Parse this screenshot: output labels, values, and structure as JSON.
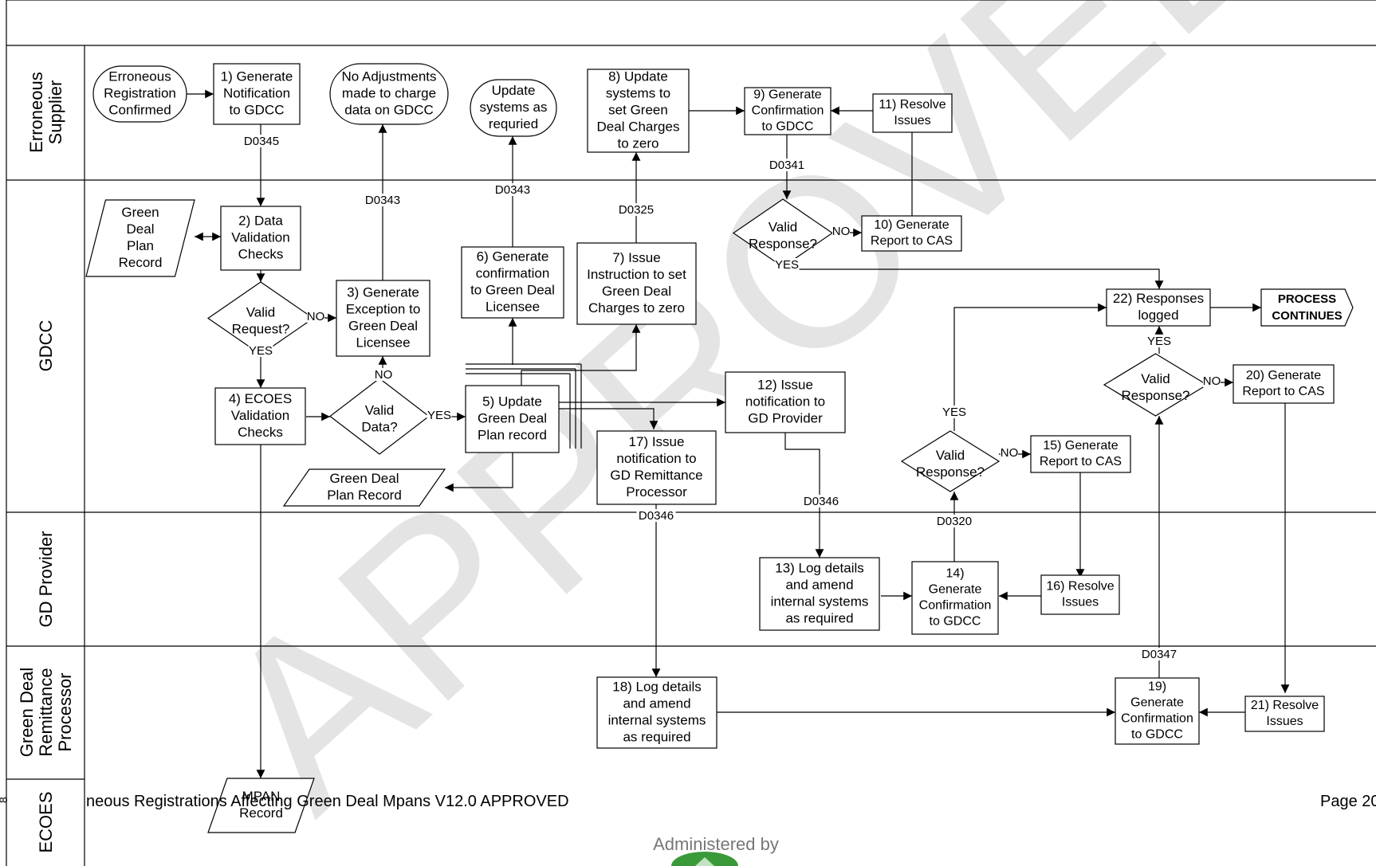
{
  "watermark": "APPROVED",
  "lanes": [
    {
      "id": "erroneous-supplier",
      "lines": [
        "Erroneous",
        "Supplier"
      ]
    },
    {
      "id": "gdcc",
      "lines": [
        "GDCC"
      ]
    },
    {
      "id": "gd-provider",
      "lines": [
        "GD Provider"
      ]
    },
    {
      "id": "green-deal-remittance-processor",
      "lines": [
        "Green Deal",
        "Remittance",
        "Processor"
      ]
    },
    {
      "id": "ecoes",
      "lines": [
        "ECOES"
      ]
    }
  ],
  "nodes": [
    {
      "id": "start",
      "shape": "terminator",
      "lines": [
        "Erroneous",
        "Registration",
        "Confirmed"
      ]
    },
    {
      "id": "n1",
      "shape": "process",
      "lines": [
        "1) Generate",
        "Notification",
        "to GDCC"
      ]
    },
    {
      "id": "end-no-adjustments",
      "shape": "terminator",
      "lines": [
        "No Adjustments",
        "made to charge",
        "data on GDCC"
      ]
    },
    {
      "id": "end-update-systems",
      "shape": "terminator",
      "lines": [
        "Update",
        "systems as",
        "requried"
      ]
    },
    {
      "id": "n8",
      "shape": "process",
      "lines": [
        "8) Update",
        "systems to",
        "set Green",
        "Deal Charges",
        "to zero"
      ]
    },
    {
      "id": "n9",
      "shape": "process",
      "lines": [
        "9) Generate",
        "Confirmation",
        "to GDCC"
      ]
    },
    {
      "id": "n11",
      "shape": "process",
      "lines": [
        "11) Resolve",
        "Issues"
      ]
    },
    {
      "id": "green-deal-plan-record-1",
      "shape": "data",
      "lines": [
        "Green",
        "Deal",
        "Plan",
        "Record"
      ]
    },
    {
      "id": "n2",
      "shape": "process",
      "lines": [
        "2) Data",
        "Validation",
        "Checks"
      ]
    },
    {
      "id": "dec-valid-request",
      "shape": "decision",
      "lines": [
        "Valid",
        "Request?"
      ]
    },
    {
      "id": "n3",
      "shape": "process",
      "lines": [
        "3) Generate",
        "Exception to",
        "Green Deal",
        "Licensee"
      ]
    },
    {
      "id": "n4",
      "shape": "process",
      "lines": [
        "4) ECOES",
        "Validation",
        "Checks"
      ]
    },
    {
      "id": "dec-valid-data",
      "shape": "decision",
      "lines": [
        "Valid",
        "Data?"
      ]
    },
    {
      "id": "n5",
      "shape": "process",
      "lines": [
        "5) Update",
        "Green Deal",
        "Plan record"
      ]
    },
    {
      "id": "n6",
      "shape": "process",
      "lines": [
        "6) Generate",
        "confirmation",
        "to Green Deal",
        "Licensee"
      ]
    },
    {
      "id": "n7",
      "shape": "process",
      "lines": [
        "7) Issue",
        "Instruction to set",
        "Green Deal",
        "Charges to zero"
      ]
    },
    {
      "id": "green-deal-plan-record-2",
      "shape": "data",
      "lines": [
        "Green Deal",
        "Plan Record"
      ]
    },
    {
      "id": "dec-valid-response-1",
      "shape": "decision",
      "lines": [
        "Valid",
        "Response?"
      ]
    },
    {
      "id": "n10",
      "shape": "process",
      "lines": [
        "10) Generate",
        "Report to CAS"
      ]
    },
    {
      "id": "n12",
      "shape": "process",
      "lines": [
        "12) Issue",
        "notification to",
        "GD Provider"
      ]
    },
    {
      "id": "n17",
      "shape": "process",
      "lines": [
        "17) Issue",
        "notification to",
        "GD Remittance",
        "Processor"
      ]
    },
    {
      "id": "n22",
      "shape": "process",
      "lines": [
        "22) Responses",
        "logged"
      ]
    },
    {
      "id": "process-continues",
      "shape": "offpage",
      "lines": [
        "PROCESS",
        "CONTINUES"
      ]
    },
    {
      "id": "dec-valid-response-3",
      "shape": "decision",
      "lines": [
        "Valid",
        "Response?"
      ]
    },
    {
      "id": "n20",
      "shape": "process",
      "lines": [
        "20) Generate",
        "Report to CAS"
      ]
    },
    {
      "id": "dec-valid-response-2",
      "shape": "decision",
      "lines": [
        "Valid",
        "Response?"
      ]
    },
    {
      "id": "n15",
      "shape": "process",
      "lines": [
        "15) Generate",
        "Report to CAS"
      ]
    },
    {
      "id": "n13",
      "shape": "process",
      "lines": [
        "13) Log details",
        "and amend",
        "internal systems",
        "as required"
      ]
    },
    {
      "id": "n14",
      "shape": "process",
      "lines": [
        "14)",
        "Generate",
        "Confirmation",
        "to GDCC"
      ]
    },
    {
      "id": "n16",
      "shape": "process",
      "lines": [
        "16) Resolve",
        "Issues"
      ]
    },
    {
      "id": "n18",
      "shape": "process",
      "lines": [
        "18) Log details",
        "and amend",
        "internal systems",
        "as required"
      ]
    },
    {
      "id": "n19",
      "shape": "process",
      "lines": [
        "19)",
        "Generate",
        "Confirmation",
        "to GDCC"
      ]
    },
    {
      "id": "n21",
      "shape": "process",
      "lines": [
        "21) Resolve",
        "Issues"
      ]
    },
    {
      "id": "mpan-record",
      "shape": "data",
      "lines": [
        "MPAN",
        "Record"
      ]
    }
  ],
  "edge_labels": [
    {
      "id": "lbl-d0345",
      "text": "D0345"
    },
    {
      "id": "lbl-d0343-a",
      "text": "D0343"
    },
    {
      "id": "lbl-d0343-b",
      "text": "D0343"
    },
    {
      "id": "lbl-d0325",
      "text": "D0325"
    },
    {
      "id": "lbl-d0341",
      "text": "D0341"
    },
    {
      "id": "lbl-d0346-a",
      "text": "D0346"
    },
    {
      "id": "lbl-d0346-b",
      "text": "D0346"
    },
    {
      "id": "lbl-d0320",
      "text": "D0320"
    },
    {
      "id": "lbl-d0347",
      "text": "D0347"
    },
    {
      "id": "lbl-no-1",
      "text": "NO"
    },
    {
      "id": "lbl-yes-1",
      "text": "YES"
    },
    {
      "id": "lbl-no-2",
      "text": "NO"
    },
    {
      "id": "lbl-yes-2",
      "text": "YES"
    },
    {
      "id": "lbl-no-3",
      "text": "NO"
    },
    {
      "id": "lbl-yes-3",
      "text": "YES"
    },
    {
      "id": "lbl-no-4",
      "text": "NO"
    },
    {
      "id": "lbl-yes-4",
      "text": "YES"
    },
    {
      "id": "lbl-no-5",
      "text": "NO"
    },
    {
      "id": "lbl-yes-5",
      "text": "YES"
    }
  ],
  "footer": {
    "doc_title": "neous Registrations Affecting Green Deal Mpans V12.0 APPROVED",
    "page": "Page 20",
    "administered_by": "Administered by",
    "margin_mark": "8"
  }
}
